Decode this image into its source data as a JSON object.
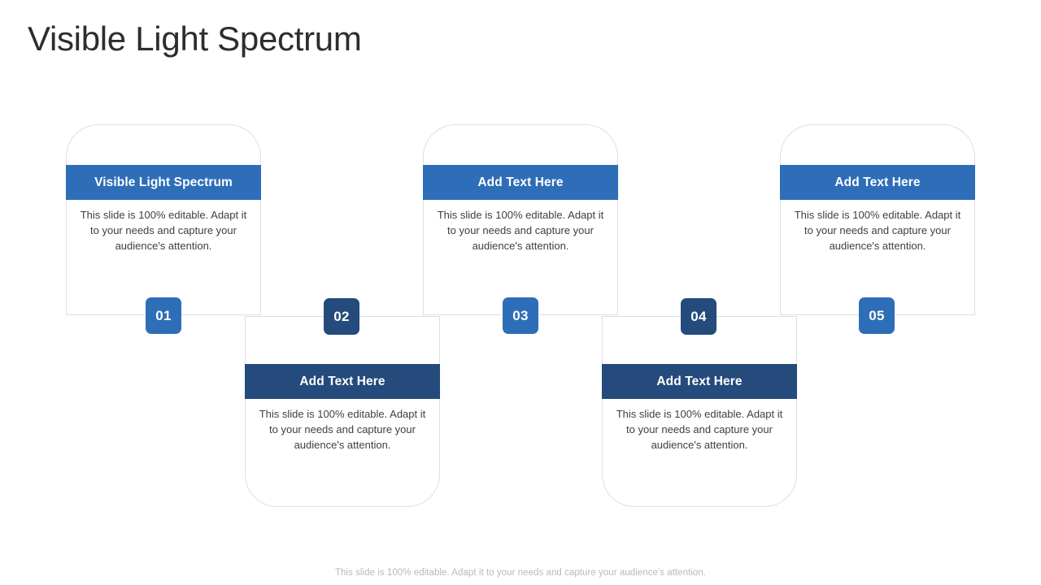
{
  "slide": {
    "title": "Visible Light Spectrum",
    "footer_note": "This slide is 100% editable. Adapt it to your needs and capture your audience's attention."
  },
  "theme": {
    "light_blue": "#2E6EB8",
    "dark_navy": "#254B7C",
    "card_border": "#dedede",
    "body_text": "#3f3f3f",
    "title_text": "#2d2d2d",
    "footer_text": "#b9b9b9",
    "card_background": "#ffffff"
  },
  "cards": [
    {
      "number": "01",
      "heading": "Visible Light Spectrum",
      "body": "This slide is 100% editable. Adapt it to your needs and capture your audience's attention.",
      "orientation": "up",
      "accent": "#2E6EB8"
    },
    {
      "number": "02",
      "heading": "Add Text Here",
      "body": "This slide is 100% editable. Adapt it to your needs and capture your audience's attention.",
      "orientation": "down",
      "accent": "#254B7C"
    },
    {
      "number": "03",
      "heading": "Add Text Here",
      "body": "This slide is 100% editable. Adapt it to your needs and capture your audience's attention.",
      "orientation": "up",
      "accent": "#2E6EB8"
    },
    {
      "number": "04",
      "heading": "Add Text Here",
      "body": "This slide is 100% editable. Adapt it to your needs and capture your audience's attention.",
      "orientation": "down",
      "accent": "#254B7C"
    },
    {
      "number": "05",
      "heading": "Add Text Here",
      "body": "This slide is 100% editable. Adapt it to your needs and capture your audience's attention.",
      "orientation": "up",
      "accent": "#2E6EB8"
    }
  ]
}
